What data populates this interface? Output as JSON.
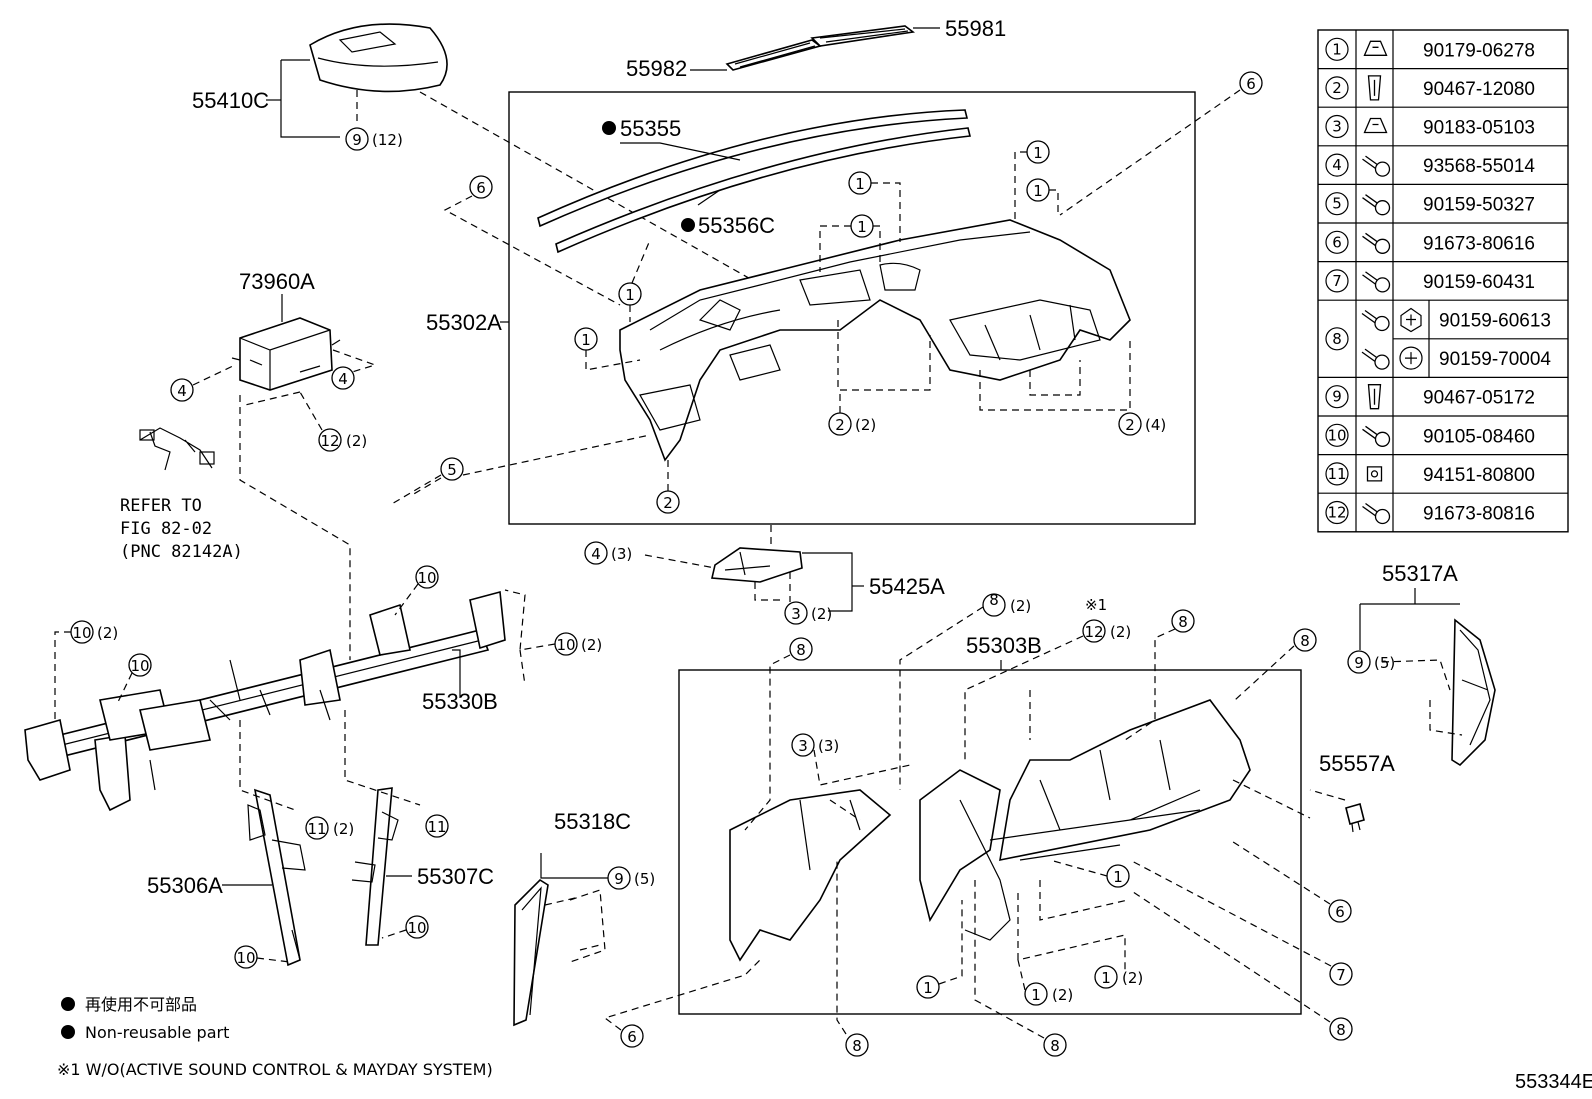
{
  "part_labels": {
    "p55981": "55981",
    "p55982": "55982",
    "p55410C": "55410C",
    "p55355": "55355",
    "p55356C": "55356C",
    "p73960A": "73960A",
    "p55302A": "55302A",
    "p55425A": "55425A",
    "p55330B": "55330B",
    "p55303B": "55303B",
    "p55317A": "55317A",
    "p55557A": "55557A",
    "p55318C": "55318C",
    "p55306A": "55306A",
    "p55307C": "55307C"
  },
  "refer_note": {
    "line1": "REFER TO",
    "line2": "FIG 82-02",
    "line3": "(PNC 82142A)"
  },
  "callouts": {
    "c9a": "9",
    "q9a": "(12)",
    "c6a": "6",
    "c6b": "6",
    "c1a": "1",
    "c1b": "1",
    "c1c": "1",
    "c1d": "1",
    "c1e": "1",
    "c1f": "1",
    "c4a": "4",
    "c4b": "4",
    "c12a": "12",
    "q12a": "(2)",
    "c5a": "5",
    "c2a": "2",
    "c2b": "2",
    "q2b": "(2)",
    "c2c": "2",
    "q2c": "(4)",
    "c4c": "4",
    "q4c": "(3)",
    "c3a": "3",
    "q3a": "(2)",
    "c10a": "10",
    "q10a": "(2)",
    "c10b": "10",
    "c10c": "10",
    "c10d": "10",
    "q10d": "(2)",
    "c11a": "11",
    "q11a": "(2)",
    "c11b": "11",
    "c10e": "10",
    "c10f": "10",
    "c9b": "9",
    "q9b": "(5)",
    "c8a": "8",
    "c8b": "8",
    "q8b": "(2)",
    "c12b": "12",
    "q12b": "(2)",
    "c8c": "8",
    "c8d": "8",
    "c9c": "9",
    "q9c": "(5)",
    "c3b": "3",
    "q3b": "(3)",
    "c1g": "1",
    "c6c": "6",
    "c7a": "7",
    "c1h": "1",
    "c1i": "1",
    "q1i": "(2)",
    "c1j": "1",
    "q1j": "(2)",
    "c8e": "8",
    "c8f": "8",
    "c8g": "8",
    "c6d": "6"
  },
  "note_mark": "※1",
  "fastener_table": [
    {
      "no": "1",
      "part": "90179-06278"
    },
    {
      "no": "2",
      "part": "90467-12080"
    },
    {
      "no": "3",
      "part": "90183-05103"
    },
    {
      "no": "4",
      "part": "93568-55014"
    },
    {
      "no": "5",
      "part": "90159-50327"
    },
    {
      "no": "6",
      "part": "91673-80616"
    },
    {
      "no": "7",
      "part": "90159-60431"
    },
    {
      "no": "8",
      "part": "90159-60613",
      "part2": "90159-70004"
    },
    {
      "no": "9",
      "part": "90467-05172"
    },
    {
      "no": "10",
      "part": "90105-08460"
    },
    {
      "no": "11",
      "part": "94151-80800"
    },
    {
      "no": "12",
      "part": "91673-80816"
    }
  ],
  "legend": {
    "jp": "再使用不可部品",
    "en": "Non-reusable part",
    "footnote": "※1 W/O(ACTIVE SOUND CONTROL & MAYDAY SYSTEM)"
  },
  "figure_id": "553344E"
}
